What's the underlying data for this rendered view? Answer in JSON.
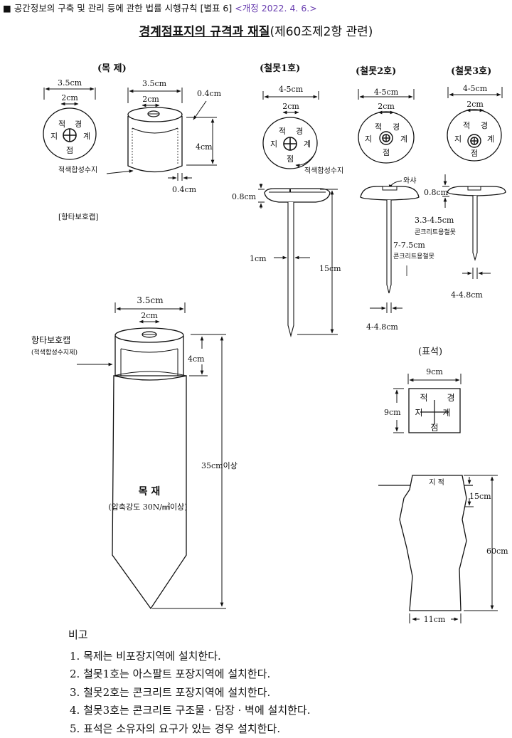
{
  "header": {
    "bullet": "■",
    "text": "공간정보의 구축 및 관리 등에 관한 법률 시행규칙 [별표 6]",
    "amendment": "<개정 2022. 4. 6.>"
  },
  "title": {
    "main": "경계점표지의 규격과 재질",
    "sub": "(제60조제2항 관련)"
  },
  "wood_marker": {
    "heading": "(목      제)",
    "top_width": "3.5cm",
    "inner_width": "2cm",
    "side_width": "3.5cm",
    "side_inner": "2cm",
    "wall": "0.4cm",
    "cap_height": "4cm",
    "bottom_wall": "0.4cm",
    "chars": [
      "적",
      "경",
      "지",
      "계",
      "점"
    ],
    "material": "적색합성수지",
    "cap_caption": "[항타보호캡]"
  },
  "nail1": {
    "heading": "(철못1호)",
    "width": "4-5cm",
    "inner": "2cm",
    "chars": [
      "적",
      "경",
      "지",
      "계",
      "점"
    ],
    "material": "적색합성수지",
    "head_h": "0.8cm",
    "shaft_d": "1cm",
    "length": "15cm"
  },
  "nail2": {
    "heading": "(철못2호)",
    "width": "4-5cm",
    "inner": "2cm",
    "chars": [
      "적",
      "경",
      "지",
      "계",
      "점"
    ],
    "washer": "와샤",
    "length": "7-7.5cm",
    "length_note": "콘크리트용철못",
    "bottom": "4-4.8cm"
  },
  "nail3": {
    "heading": "(철못3호)",
    "width": "4-5cm",
    "inner": "2cm",
    "chars": [
      "적",
      "경",
      "지",
      "계",
      "점"
    ],
    "head_h": "0.8cm",
    "length": "3.3-4.5cm",
    "length_note": "콘크리트용철못",
    "bottom": "4-4.8cm"
  },
  "big_post": {
    "top_width": "3.5cm",
    "inner": "2cm",
    "cap_label": "항타보호캡",
    "cap_material": "(적색합성수지제)",
    "cap_height": "4cm",
    "total_height": "35cm이상",
    "body_label": "목 재",
    "body_note": "(압축강도 30N/㎟이상)"
  },
  "stone": {
    "heading": "(표석)",
    "width": "9cm",
    "height": "9cm",
    "chars": [
      "적",
      "경",
      "지",
      "계",
      "점"
    ],
    "side_top": "지 적",
    "upper": "15cm",
    "length": "60cm",
    "base": "11cm"
  },
  "notes": {
    "title": "비고",
    "items": [
      "1. 목제는 비포장지역에 설치한다.",
      "2. 철못1호는 아스팔트 포장지역에 설치한다.",
      "3. 철못2호는 콘크리트 포장지역에 설치한다.",
      "4. 철못3호는 콘크리트 구조물 · 담장 · 벽에 설치한다.",
      "5. 표석은 소유자의 요구가 있는 경우 설치한다."
    ]
  }
}
